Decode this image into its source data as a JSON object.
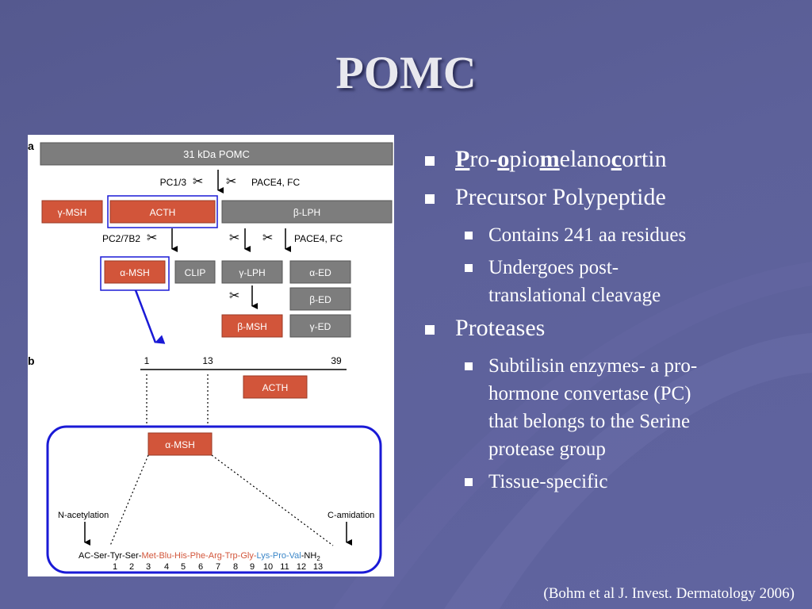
{
  "title": "POMC",
  "bullets": {
    "pomc_expansion": {
      "p": "P",
      "ro": "ro-",
      "o": "o",
      "pio": "pio",
      "m": "m",
      "elano": "elano",
      "c": "c",
      "ortin": "ortin"
    },
    "precursor": "Precursor Polypeptide",
    "contains": "Contains 241 aa residues",
    "undergoes_1": "Undergoes post-",
    "undergoes_2": "translational cleavage",
    "proteases": "Proteases",
    "subtilisin_1": "Subtilisin enzymes- a pro-",
    "subtilisin_2": "hormone convertase (PC)",
    "subtilisin_3": "that belongs to the Serine",
    "subtilisin_4": "protease group",
    "tissue": "Tissue-specific"
  },
  "citation": "(Bohm et al J. Invest. Dermatology 2006)",
  "figure": {
    "panel_a": "a",
    "panel_b": "b",
    "pomc_bar": "31 kDa POMC",
    "pc13": "PC1/3",
    "pace4_fc_1": "PACE4, FC",
    "gamma_msh": "γ-MSH",
    "acth": "ACTH",
    "beta_lph": "β-LPH",
    "pc27b2": "PC2/7B2",
    "pace4_fc_2": "PACE4, FC",
    "alpha_msh": "α-MSH",
    "clip": "CLIP",
    "gamma_lph": "γ-LPH",
    "alpha_ed": "α-ED",
    "beta_ed": "β-ED",
    "beta_msh": "β-MSH",
    "gamma_ed": "γ-ED",
    "pos_1": "1",
    "pos_13": "13",
    "pos_39": "39",
    "acth_b": "ACTH",
    "alpha_msh_b": "α-MSH",
    "n_acetylation": "N-acetylation",
    "c_amidation": "C-amidation",
    "seq_black1": "AC-Ser-Tyr-Ser-",
    "seq_red": "Met-Blu-His-Phe-Arg-Trp-Gly-",
    "seq_blue": "Lys-Pro-Val",
    "seq_black2": "-NH",
    "seq_sub": "2",
    "residue_numbers": [
      "1",
      "2",
      "3",
      "4",
      "5",
      "6",
      "7",
      "8",
      "9",
      "10",
      "11",
      "12",
      "13"
    ]
  },
  "colors": {
    "background": "#5d619a",
    "bullet_text": "#ffffff",
    "gray_box": "#7d7d7d",
    "red_box": "#d2553a",
    "highlight_blue": "#1a1ad6",
    "seq_red": "#d2553a",
    "seq_blue": "#3a86c8"
  }
}
